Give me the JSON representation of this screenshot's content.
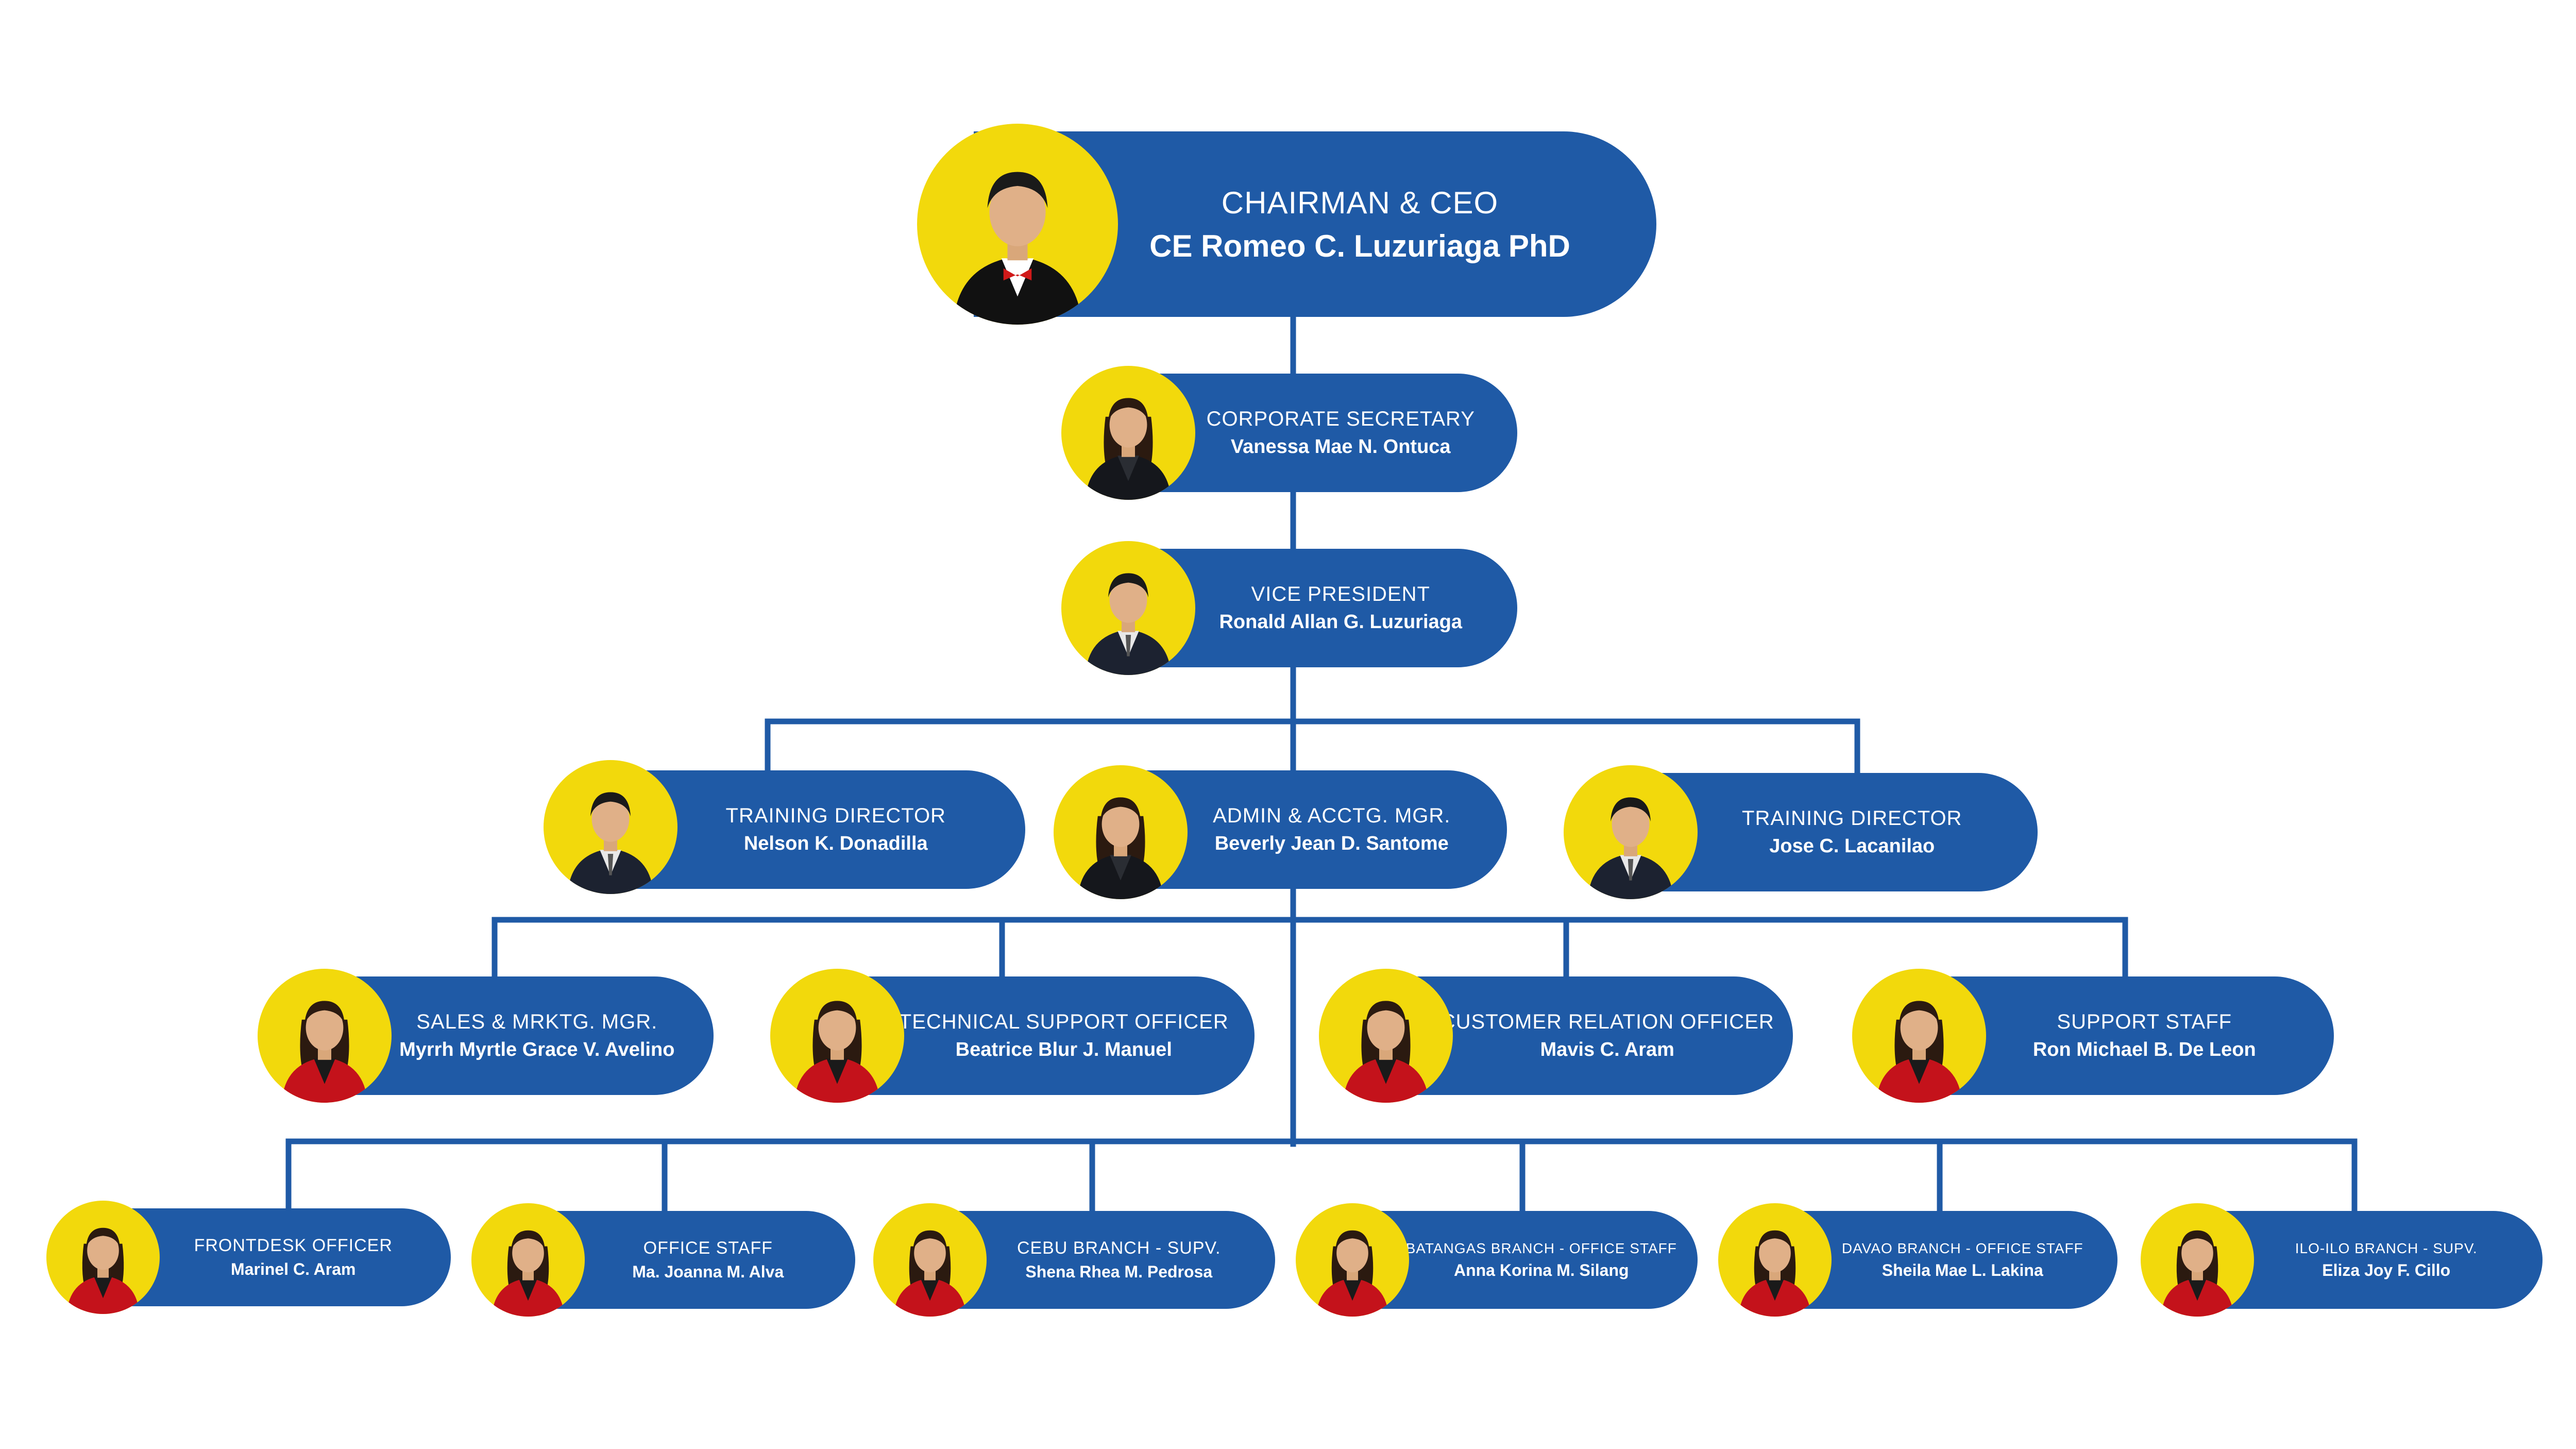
{
  "colors": {
    "pill": "#1f5aa6",
    "avatar_bg": "#f2d90c",
    "line": "#1f5aa6"
  },
  "people": [
    {
      "id": "ceo",
      "title": "CHAIRMAN & CEO",
      "name": "CE Romeo C. Luzuriaga PhD",
      "attire": "tuxedo",
      "icon": "ceo-portrait-icon"
    },
    {
      "id": "corp-sec",
      "title": "CORPORATE SECRETARY",
      "name": "Vanessa Mae N. Ontuca",
      "attire": "dark-blazer",
      "icon": "corporate-secretary-portrait-icon"
    },
    {
      "id": "vp",
      "title": "VICE PRESIDENT",
      "name": "Ronald Allan G. Luzuriaga",
      "attire": "dark-suit",
      "icon": "vice-president-portrait-icon"
    },
    {
      "id": "training-dir-1",
      "title": "TRAINING DIRECTOR",
      "name": "Nelson K. Donadilla",
      "attire": "dark-suit",
      "icon": "training-director-portrait-icon"
    },
    {
      "id": "admin-mgr",
      "title": "ADMIN & ACCTG. MGR.",
      "name": "Beverly Jean D. Santome",
      "attire": "dark-blazer",
      "icon": "admin-manager-portrait-icon"
    },
    {
      "id": "training-dir-2",
      "title": "TRAINING DIRECTOR",
      "name": "Jose C. Lacanilao",
      "attire": "dark-suit",
      "icon": "training-director-portrait-icon"
    },
    {
      "id": "sales-mgr",
      "title": "SALES & MRKTG. MGR.",
      "name": "Myrrh Myrtle Grace V. Avelino",
      "attire": "red-blazer",
      "icon": "sales-manager-portrait-icon"
    },
    {
      "id": "tech-support",
      "title": "TECHNICAL SUPPORT OFFICER",
      "name": "Beatrice Blur J. Manuel",
      "attire": "red-blazer",
      "icon": "technical-support-portrait-icon"
    },
    {
      "id": "customer-rel",
      "title": "CUSTOMER RELATION OFFICER",
      "name": "Mavis C. Aram",
      "attire": "red-blazer",
      "icon": "customer-relation-portrait-icon"
    },
    {
      "id": "support-staff",
      "title": "SUPPORT STAFF",
      "name": "Ron Michael B. De Leon",
      "attire": "red-blazer",
      "icon": "support-staff-portrait-icon"
    },
    {
      "id": "frontdesk",
      "title": "FRONTDESK OFFICER",
      "name": "Marinel C. Aram",
      "attire": "red-blazer",
      "icon": "frontdesk-portrait-icon"
    },
    {
      "id": "office-staff",
      "title": "OFFICE STAFF",
      "name": "Ma. Joanna M. Alva",
      "attire": "red-blazer",
      "icon": "office-staff-portrait-icon"
    },
    {
      "id": "cebu",
      "title": "CEBU BRANCH - SUPV.",
      "name": "Shena Rhea M. Pedrosa",
      "attire": "red-blazer",
      "icon": "cebu-supervisor-portrait-icon"
    },
    {
      "id": "batangas",
      "title": "BATANGAS BRANCH - OFFICE STAFF",
      "name": "Anna Korina M. Silang",
      "attire": "red-blazer",
      "icon": "batangas-staff-portrait-icon"
    },
    {
      "id": "davao",
      "title": "DAVAO BRANCH - OFFICE STAFF",
      "name": "Sheila Mae L. Lakina",
      "attire": "red-blazer",
      "icon": "davao-staff-portrait-icon"
    },
    {
      "id": "iloilo",
      "title": "ILO-ILO BRANCH - SUPV.",
      "name": "Eliza Joy F. Cillo",
      "attire": "red-blazer",
      "icon": "iloilo-supervisor-portrait-icon"
    }
  ]
}
